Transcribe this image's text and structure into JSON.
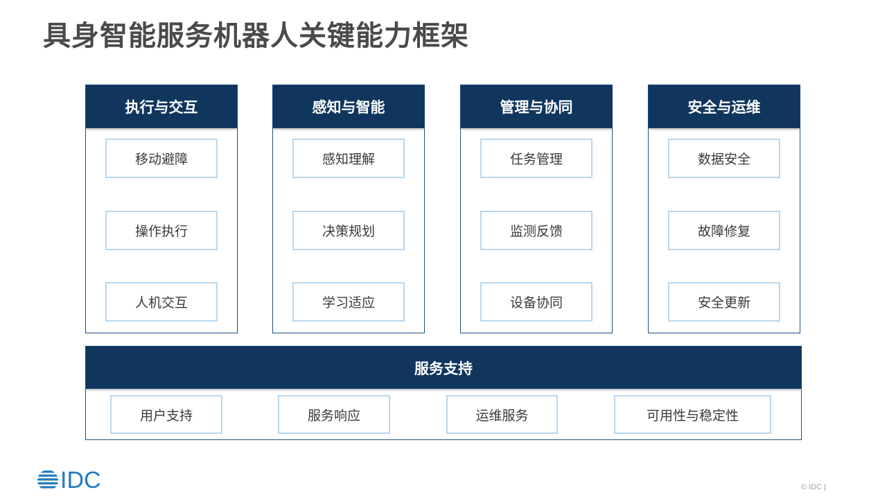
{
  "title": "具身智能服务机器人关键能力框架",
  "columns": [
    {
      "header": "执行与交互",
      "items": [
        "移动避障",
        "操作执行",
        "人机交互"
      ]
    },
    {
      "header": "感知与智能",
      "items": [
        "感知理解",
        "决策规划",
        "学习适应"
      ]
    },
    {
      "header": "管理与协同",
      "items": [
        "任务管理",
        "监测反馈",
        "设备协同"
      ]
    },
    {
      "header": "安全与运维",
      "items": [
        "数据安全",
        "故障修复",
        "安全更新"
      ]
    }
  ],
  "service": {
    "header": "服务支持",
    "items": [
      "用户支持",
      "服务响应",
      "运维服务",
      "可用性与稳定性"
    ]
  },
  "logo": {
    "text": "IDC",
    "icon": "idc-globe-icon"
  },
  "footer": "© IDC |",
  "colors": {
    "header_bg": "#10365e",
    "box_border": "#b9d7ee",
    "logo_blue": "#1f7ac1"
  }
}
